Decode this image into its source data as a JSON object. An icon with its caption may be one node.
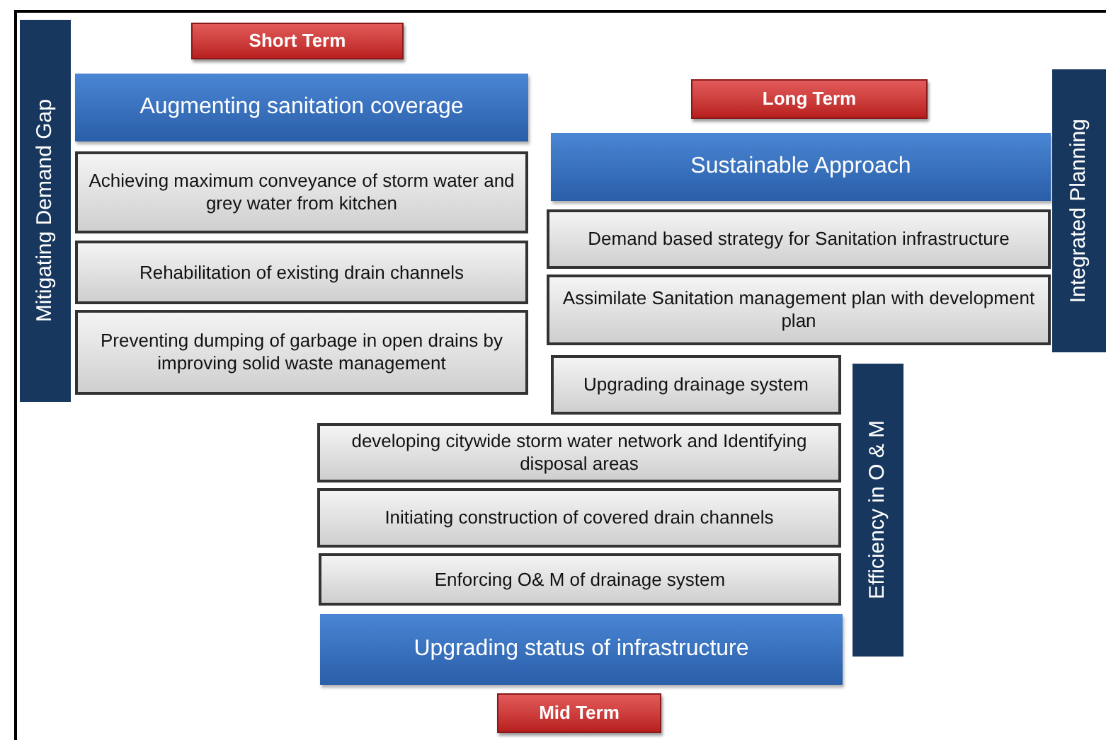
{
  "diagram": {
    "nodes": [
      {
        "text": [
          "Short Term"
        ]
      },
      {
        "text": [
          "Mitigating Demand Gap"
        ]
      },
      {
        "text": [
          "Augmenting sanitation coverage"
        ]
      },
      {
        "text": [
          "Achieving maximum conveyance of storm water and grey water from kitchen"
        ]
      },
      {
        "text": [
          "Rehabilitation of existing drain channels"
        ]
      },
      {
        "text": [
          "Preventing dumping of garbage in open drains by improving solid waste management"
        ]
      },
      {
        "text": [
          "Long Term"
        ]
      },
      {
        "text": [
          "Sustainable Approach"
        ]
      },
      {
        "text": [
          "Integrated Planning"
        ]
      },
      {
        "text": [
          "Demand based strategy for Sanitation infrastructure"
        ]
      },
      {
        "text": [
          "Assimilate Sanitation management plan with development plan"
        ]
      },
      {
        "text": [
          "Upgrading drainage system"
        ]
      },
      {
        "text": [
          "Efficiency in O & M"
        ]
      },
      {
        "text": [
          "developing citywide storm water network and Identifying disposal areas"
        ]
      },
      {
        "text": [
          "Initiating construction of covered drain channels"
        ]
      },
      {
        "text": [
          "Enforcing O& M of drainage system"
        ]
      },
      {
        "text": [
          "Upgrading status of infrastructure"
        ]
      },
      {
        "text": [
          "Mid Term"
        ]
      }
    ]
  }
}
